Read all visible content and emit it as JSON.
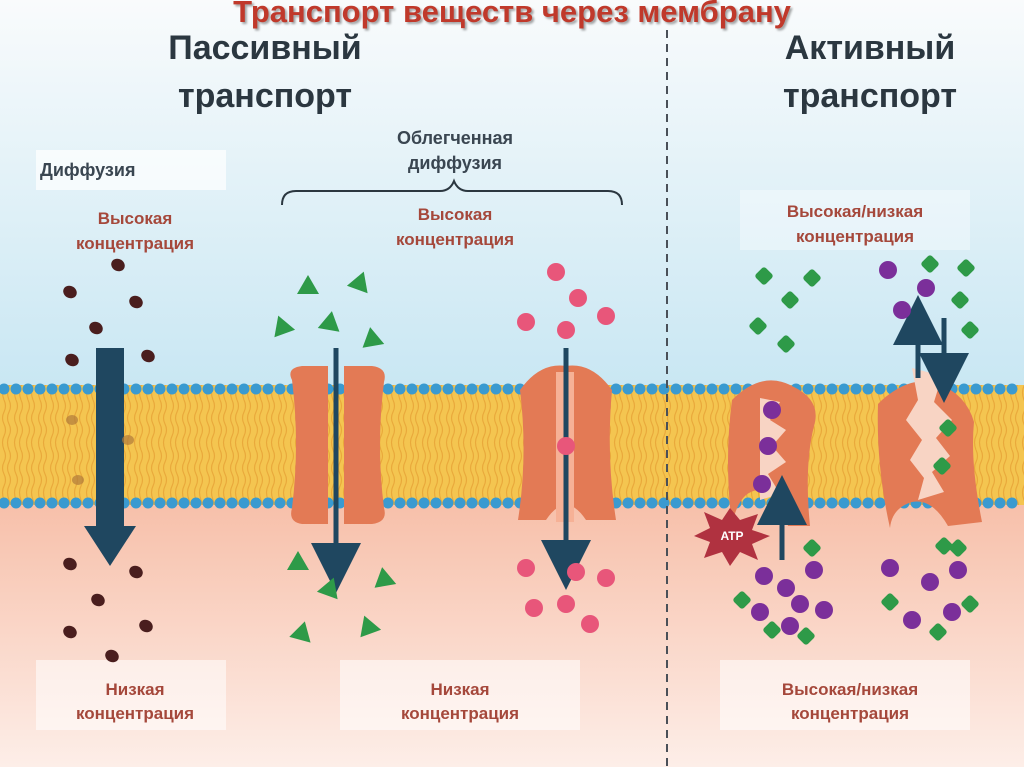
{
  "title": "Транспорт веществ через мембрану",
  "passive": {
    "heading_line1": "Пассивный",
    "heading_line2": "транспорт",
    "diffusion_label": "Диффузия",
    "facilitated_line1": "Облегченная",
    "facilitated_line2": "диффузия",
    "high_line1": "Высокая",
    "high_line2": "концентрация",
    "low_line1": "Низкая",
    "low_line2": "концентрация"
  },
  "active": {
    "heading_line1": "Активный",
    "heading_line2": "транспорт",
    "top_line1": "Высокая/низкая",
    "top_line2": "концентрация",
    "bottom_line1": "Высокая/низкая",
    "bottom_line2": "концентрация",
    "atp_label": "ATP"
  },
  "colors": {
    "title": "#c0392b",
    "label": "#a5483b",
    "membrane_head": "#3a9ad0",
    "membrane_core": "#f3c24b",
    "protein": "#e37a55",
    "arrow": "#1f4760",
    "green_particle": "#2e9a48",
    "pink_particle": "#e8567a",
    "purple_particle": "#7b2f9a",
    "dark_particle": "#4a1e1e"
  }
}
